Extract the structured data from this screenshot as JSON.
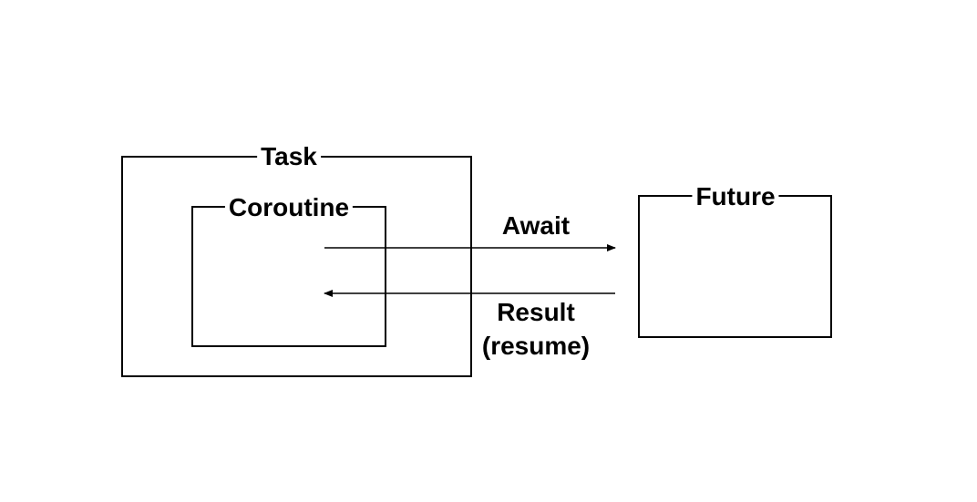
{
  "diagram": {
    "task_label": "Task",
    "coroutine_label": "Coroutine",
    "future_label": "Future",
    "await_label": "Await",
    "result_line1": "Result",
    "result_line2": "(resume)"
  },
  "colors": {
    "stroke": "#000000",
    "background": "#ffffff"
  }
}
